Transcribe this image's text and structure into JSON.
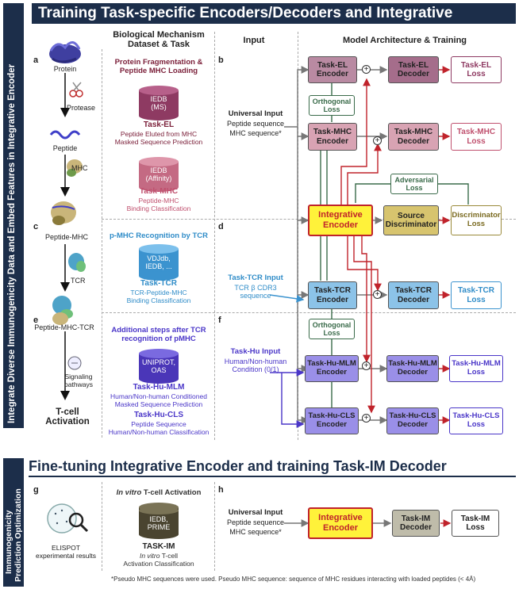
{
  "titles": {
    "top": "Training Task-specific Encoders/Decoders and Integrative Encoder",
    "bottom": "Fine-tuning Integrative Encoder and training Task-IM Decoder",
    "side_top": "Integrate Diverse Immunogenicity Data and Embed Features in Integrative Encoder",
    "side_bottom_line1": "Immunogenicity",
    "side_bottom_line2": "Prediction Optimization"
  },
  "column_headers": {
    "mechanism_line1": "Biological Mechanism",
    "mechanism_line2": "Dataset & Task",
    "input": "Input",
    "model": "Model Architecture & Training"
  },
  "panel_letters": [
    "a",
    "b",
    "c",
    "d",
    "e",
    "f",
    "g",
    "h"
  ],
  "pathway": {
    "protein": "Protein",
    "protease": "Protease",
    "peptide": "Peptide",
    "mhc": "MHC",
    "peptide_mhc": "Peptide-MHC",
    "tcr": "TCR",
    "peptide_mhc_tcr": "Peptide-MHC-TCR",
    "signaling_line1": "Signaling",
    "signaling_line2": "pathways",
    "activation_line1": "T-cell",
    "activation_line2": "Activation",
    "elispot_line1": "ELISPOT",
    "elispot_line2": "experimental results"
  },
  "datasets": {
    "section1_title_line1": "Protein Fragmentation  &",
    "section1_title_line2": "Peptide MHC Loading",
    "el_db_line1": "IEDB",
    "el_db_line2": "(MS)",
    "el_task": "Task-EL",
    "el_desc_line1": "Peptide Eluted from MHC",
    "el_desc_line2": "Masked Sequence Prediction",
    "mhc_db_line1": "IEDB",
    "mhc_db_line2": "(Affinity)",
    "mhc_task": "Task-MHC",
    "mhc_desc_line1": "Peptide-MHC",
    "mhc_desc_line2": "Binding  Classification",
    "section2_title": "p-MHC Recognition by TCR",
    "tcr_db_line1": "VDJdb,",
    "tcr_db_line2": "IEDB, ...",
    "tcr_task": "Task-TCR",
    "tcr_desc_line1": "TCR-Peptide-MHC",
    "tcr_desc_line2": "Binding Classification",
    "section3_title_line1": "Additional steps after TCR",
    "section3_title_line2": "recognition of pMHC",
    "hu_db_line1": "UNIPROT,",
    "hu_db_line2": "OAS",
    "hu_mlm_task": "Task-Hu-MLM",
    "hu_mlm_desc_line1": "Human/Non-human Conditioned",
    "hu_mlm_desc_line2": "Masked Sequence Prediction",
    "hu_cls_task": "Task-Hu-CLS",
    "hu_cls_desc_line1": "Peptide Sequence",
    "hu_cls_desc_line2": "Human/Non-human Classification",
    "im_title_prefix": "In vitro",
    "im_title_suffix": " T-cell Activation",
    "im_db_line1": "IEDB,",
    "im_db_line2": "PRIME",
    "im_task": "TASK-IM",
    "im_desc_line1_prefix": "In vitro",
    "im_desc_line1_suffix": " T-cell",
    "im_desc_line2": "Activation Classification"
  },
  "inputs": {
    "universal_title": "Universal Input",
    "peptide_seq": "Peptide sequence",
    "mhc_seq": "MHC sequence*",
    "tcr_title": "Task-TCR Input",
    "tcr_line1": "TCR β CDR3",
    "tcr_line2": "sequence",
    "hu_title": "Task-Hu Input",
    "hu_line1": "Human/Non-human",
    "hu_line2": "Condition (0/1)",
    "universal_title_h": "Universal Input",
    "peptide_seq_h": "Peptide sequence",
    "mhc_seq_h": "MHC sequence*"
  },
  "model": {
    "el_enc_line1": "Task-EL",
    "el_enc_line2": "Encoder",
    "el_dec_line1": "Task-EL",
    "el_dec_line2": "Decoder",
    "el_loss_line1": "Task-EL",
    "el_loss_line2": "Loss",
    "orth_loss_line1": "Orthogonal",
    "orth_loss_line2": "Loss",
    "mhc_enc_line1": "Task-MHC",
    "mhc_enc_line2": "Encoder",
    "mhc_dec_line1": "Task-MHC",
    "mhc_dec_line2": "Decoder",
    "mhc_loss_line1": "Task-MHC",
    "mhc_loss_line2": "Loss",
    "adv_loss_line1": "Adversarial",
    "adv_loss_line2": "Loss",
    "integ_line1": "Integrative",
    "integ_line2": "Encoder",
    "source_line1": "Source",
    "source_line2": "Discriminator",
    "disc_loss_line1": "Discriminator",
    "disc_loss_line2": "Loss",
    "tcr_enc_line1": "Task-TCR",
    "tcr_enc_line2": "Encoder",
    "tcr_dec_line1": "Task-TCR",
    "tcr_dec_line2": "Decoder",
    "tcr_loss_line1": "Task-TCR",
    "tcr_loss_line2": "Loss",
    "orth2_loss_line1": "Orthogonal",
    "orth2_loss_line2": "Loss",
    "humlm_enc_line1": "Task-Hu-MLM",
    "humlm_enc_line2": "Encoder",
    "humlm_dec_line1": "Task-Hu-MLM",
    "humlm_dec_line2": "Decoder",
    "humlm_loss_line1": "Task-Hu-MLM",
    "humlm_loss_line2": "Loss",
    "hucls_enc_line1": "Task-Hu-CLS",
    "hucls_enc_line2": "Encoder",
    "hucls_dec_line1": "Task-Hu-CLS",
    "hucls_dec_line2": "Decoder",
    "hucls_loss_line1": "Task-Hu-CLS",
    "hucls_loss_line2": "Loss",
    "integ_h_line1": "Integrative",
    "integ_h_line2": "Encoder",
    "im_dec_line1": "Task-IM",
    "im_dec_line2": "Decoder",
    "im_loss_line1": "Task-IM",
    "im_loss_line2": "Loss",
    "plus": "+"
  },
  "footnote": "*Pseudo MHC sequences were used. Pseudo MHC sequence: sequence of MHC residues interacting with loaded peptides (< 4Å)",
  "colors": {
    "navy": "#1c2e4a",
    "el": "#b98aa2",
    "mhc": "#d8a3b3",
    "integ": "#fff23a",
    "source": "#d7c46e",
    "tcr": "#8cc3e8",
    "hu": "#9a8fe8",
    "im": "#bfbcaa",
    "red": "#c0232b",
    "green": "#3a6b4a"
  }
}
